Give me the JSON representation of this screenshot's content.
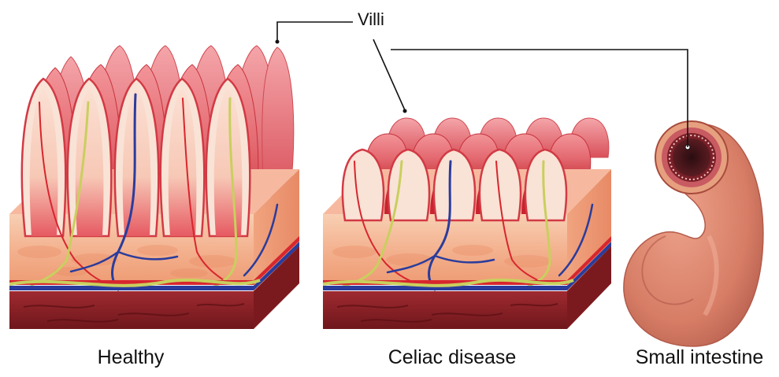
{
  "callout": {
    "label": "Villi"
  },
  "captions": {
    "healthy": "Healthy",
    "celiac": "Celiac disease",
    "intestine": "Small intestine"
  },
  "colors": {
    "villus_outer": "#e97a7f",
    "villus_inner": "#f9d4c4",
    "villus_deep": "#c8232f",
    "tissue_top": "#f6c6a8",
    "tissue_mid": "#f1a47d",
    "muscle": "#8d2227",
    "muscle_dark": "#6e1519",
    "artery": "#d7262e",
    "vein": "#2a3c9c",
    "nerve": "#c9cf5e",
    "intestine": "#d9826a",
    "line": "#111111"
  }
}
